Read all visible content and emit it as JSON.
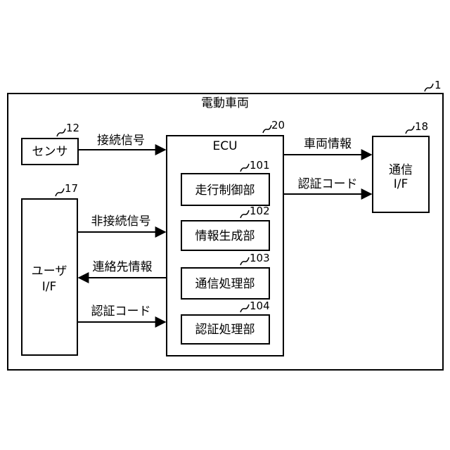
{
  "system": {
    "title": "電動車両",
    "ref": "1"
  },
  "sensor": {
    "label": "センサ",
    "ref": "12"
  },
  "user_if": {
    "label_line1": "ユーザ",
    "label_line2": "I/F",
    "ref": "17"
  },
  "comm_if": {
    "label_line1": "通信",
    "label_line2": "I/F",
    "ref": "18"
  },
  "ecu": {
    "label": "ECU",
    "ref": "20",
    "units": [
      {
        "label": "走行制御部",
        "ref": "101"
      },
      {
        "label": "情報生成部",
        "ref": "102"
      },
      {
        "label": "通信処理部",
        "ref": "103"
      },
      {
        "label": "認証処理部",
        "ref": "104"
      }
    ]
  },
  "signals": {
    "connection": "接続信号",
    "disconnection": "非接続信号",
    "contact_info": "連絡先情報",
    "auth_code_in": "認証コード",
    "vehicle_info": "車両情報",
    "auth_code_out": "認証コード"
  }
}
